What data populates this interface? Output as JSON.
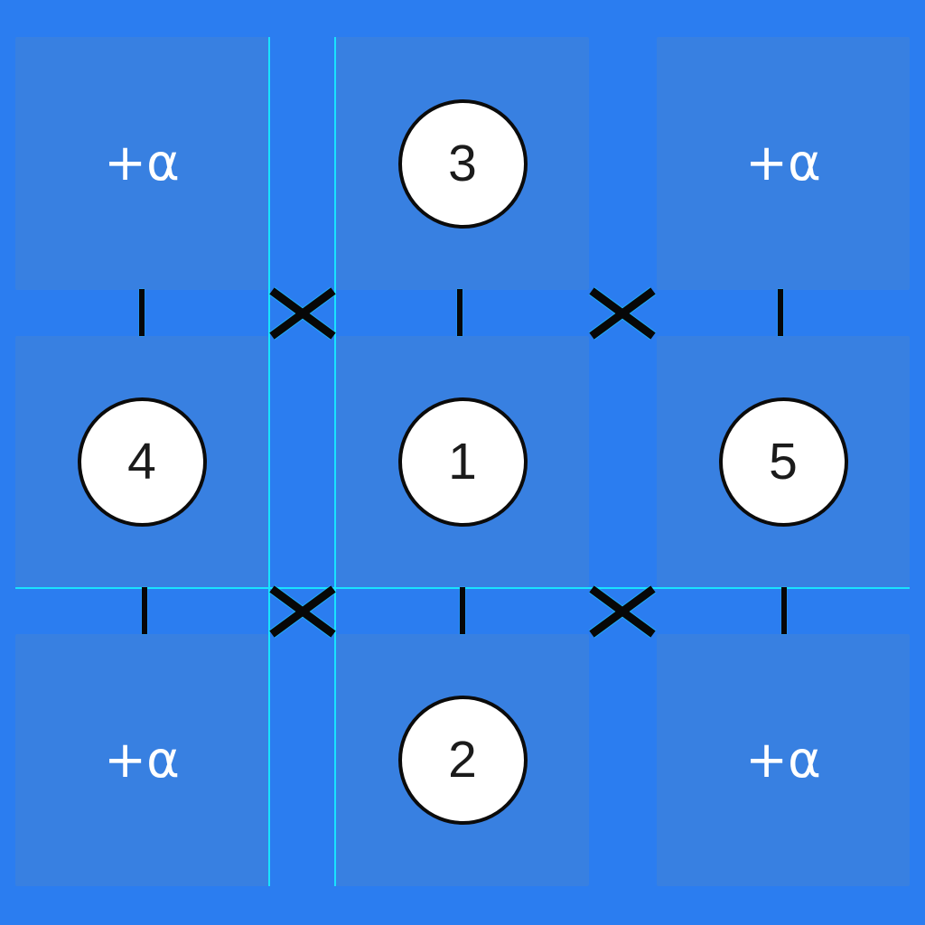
{
  "app": {
    "title": "number-node-board"
  },
  "colors": {
    "background": "#2b7df0",
    "tile": "#3880e1",
    "line_cyan": "#19e2ff",
    "mark_black": "#070707",
    "circle_fill": "#ffffff",
    "circle_border": "#0b0b0b",
    "number_color": "#1b1b1b",
    "bonus_color": "#ffffff"
  },
  "board": {
    "rows": 3,
    "cols": 3,
    "tiles": [
      {
        "id": "r0c0",
        "kind": "bonus",
        "label": "+α"
      },
      {
        "id": "r0c1",
        "kind": "node",
        "label": "3"
      },
      {
        "id": "r0c2",
        "kind": "bonus",
        "label": "+α"
      },
      {
        "id": "r1c0",
        "kind": "node",
        "label": "4"
      },
      {
        "id": "r1c1",
        "kind": "node",
        "label": "1"
      },
      {
        "id": "r1c2",
        "kind": "node",
        "label": "5"
      },
      {
        "id": "r2c0",
        "kind": "bonus",
        "label": "+α"
      },
      {
        "id": "r2c1",
        "kind": "node",
        "label": "2"
      },
      {
        "id": "r2c2",
        "kind": "bonus",
        "label": "+α"
      }
    ],
    "connectors": {
      "vertical_ticks": [
        {
          "gap": "row1-row2",
          "column": 1
        },
        {
          "gap": "row1-row2",
          "column": 2
        },
        {
          "gap": "row1-row2",
          "column": 3
        },
        {
          "gap": "row2-row3",
          "column": 1
        },
        {
          "gap": "row2-row3",
          "column": 2
        },
        {
          "gap": "row2-row3",
          "column": 3
        }
      ],
      "crosses": [
        {
          "gap": "row1-row2",
          "between_columns": "1-2"
        },
        {
          "gap": "row1-row2",
          "between_columns": "2-3"
        },
        {
          "gap": "row2-row3",
          "between_columns": "1-2"
        },
        {
          "gap": "row2-row3",
          "between_columns": "2-3"
        }
      ]
    }
  }
}
